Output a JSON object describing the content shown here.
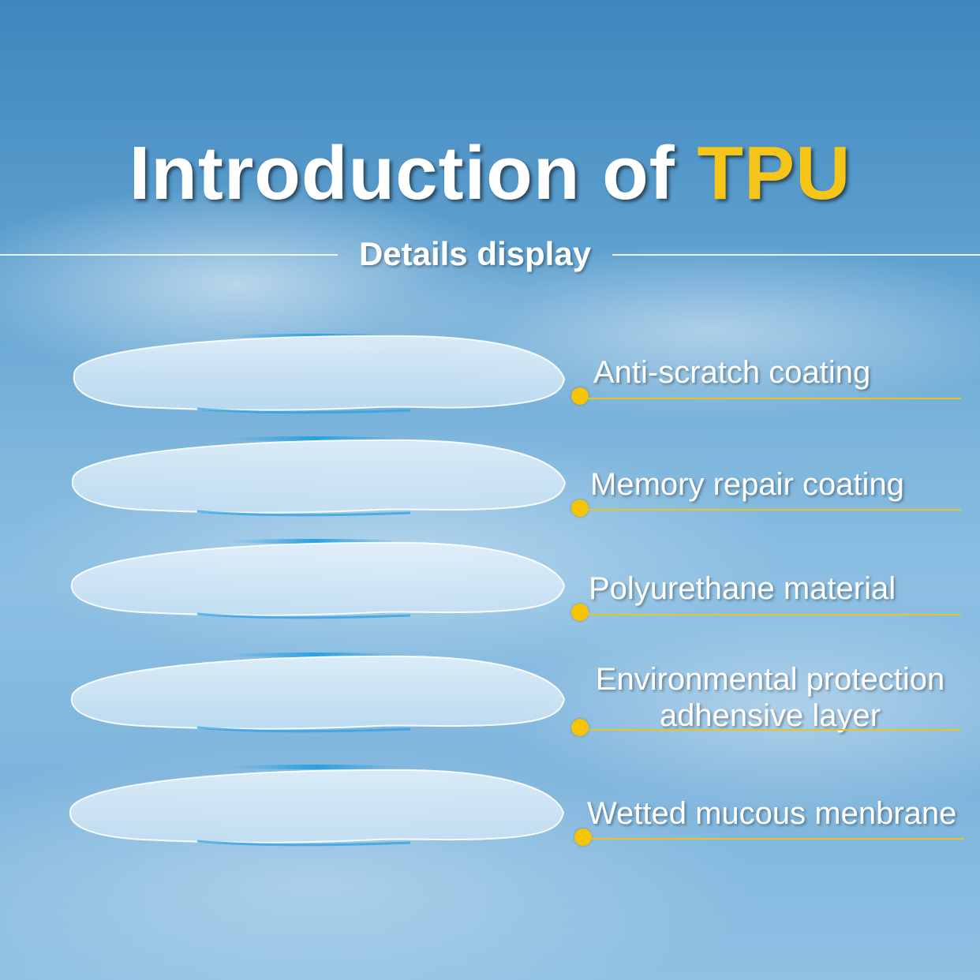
{
  "title": {
    "main": "Introduction of ",
    "accent": "TPU"
  },
  "subtitle": "Details display",
  "colors": {
    "accent": "#f5c518",
    "dot": "#f6c400",
    "leader": "#e8c22a",
    "text": "#ffffff"
  },
  "layers": [
    {
      "label": "Anti-scratch coating"
    },
    {
      "label": "Memory repair coating"
    },
    {
      "label": "Polyurethane material"
    },
    {
      "label_line1": "Environmental protection",
      "label_line2": "adhensive layer"
    },
    {
      "label": "Wetted mucous menbrane"
    }
  ]
}
